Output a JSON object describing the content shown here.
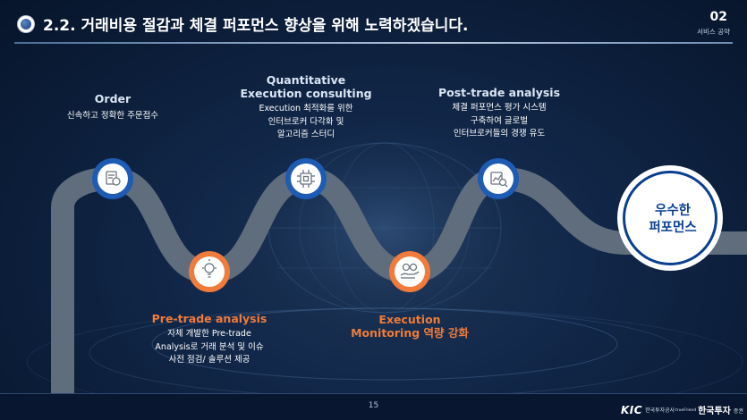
{
  "header": {
    "title": "2.2. 거래비용 절감과 체결 퍼포먼스 향상을 위해 노력하겠습니다.",
    "page_number": "02",
    "section": "서비스 공약"
  },
  "steps": [
    {
      "title": "Order",
      "desc": [
        "신속하고 정확한 주문접수"
      ],
      "icon": "order-document-icon",
      "ring_color": "#1d5bb4"
    },
    {
      "title": "Pre-trade analysis",
      "desc": [
        "자체 개발한 Pre-trade",
        "Analysis로 거래 분석 및 이슈",
        "사전 점검/ 솔루션 제공"
      ],
      "icon": "lightbulb-icon",
      "ring_color": "#f07b3a"
    },
    {
      "title": [
        "Quantitative",
        "Execution consulting"
      ],
      "desc": [
        "Execution 최적화를 위한",
        "인터브로커 다각화 및",
        "알고리즘 스터디"
      ],
      "icon": "chip-icon",
      "ring_color": "#1d5bb4"
    },
    {
      "title": [
        "Execution",
        "Monitoring 역량 강화"
      ],
      "desc": [],
      "icon": "gears-hand-icon",
      "ring_color": "#f07b3a"
    },
    {
      "title": "Post-trade analysis",
      "desc": [
        "체결 퍼포먼스 평가 시스템",
        "구축하여 글로벌",
        "인터브로커들의 경쟁 유도"
      ],
      "icon": "analysis-chart-icon",
      "ring_color": "#1d5bb4"
    }
  ],
  "goal": {
    "lines": [
      "우수한",
      "퍼포먼스"
    ]
  },
  "footer": {
    "page": "15",
    "logo_kic": "KIC",
    "logo_kic_sub": "한국투자공사",
    "logo_trueFriend": "trueFriend",
    "logo_hankook": "한국투자",
    "logo_hankook_sub": "증권"
  },
  "colors": {
    "background": "#0b1d38",
    "path": "#5f6d7c",
    "blue": "#0a3f8f",
    "orange": "#f07b3a"
  }
}
